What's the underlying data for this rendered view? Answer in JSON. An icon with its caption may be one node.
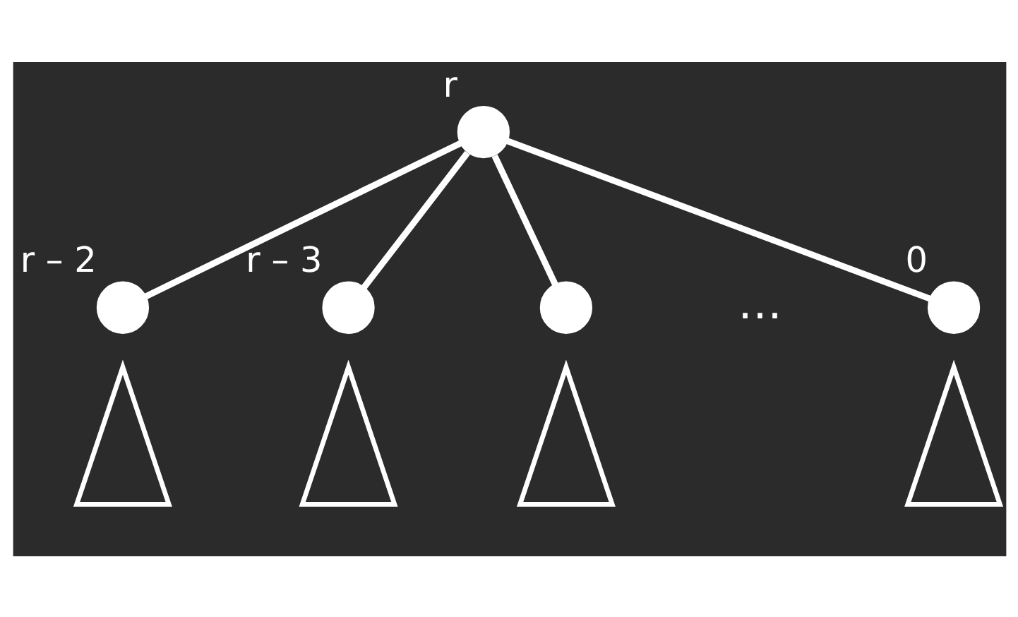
{
  "diagram": {
    "nodes": [
      {
        "text": [],
        "shape": "circle",
        "beside": [
          "r"
        ]
      },
      {
        "text": [],
        "shape": "circle",
        "beside": [
          "r – 2"
        ]
      },
      {
        "text": [],
        "shape": "circle",
        "beside": [
          "r – 3"
        ]
      },
      {
        "text": [],
        "shape": "circle"
      },
      {
        "text": [],
        "shape": "circle",
        "beside": [
          "0"
        ]
      },
      {
        "text": [],
        "shape": "triangle"
      },
      {
        "text": [],
        "shape": "triangle"
      },
      {
        "text": [],
        "shape": "triangle"
      },
      {
        "text": [],
        "shape": "triangle"
      }
    ],
    "edges": [
      {
        "from": 0,
        "to": 1,
        "arrow": "none"
      },
      {
        "from": 0,
        "to": 2,
        "arrow": "none"
      },
      {
        "from": 0,
        "to": 3,
        "arrow": "none"
      },
      {
        "from": 0,
        "to": 4,
        "arrow": "none"
      }
    ],
    "labels": [
      "…"
    ]
  }
}
